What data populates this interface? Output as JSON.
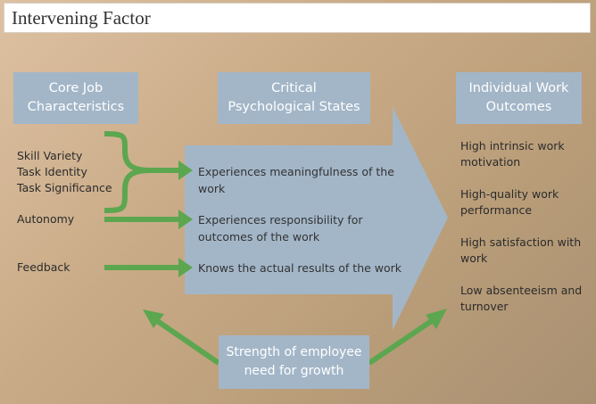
{
  "title": "Intervening Factor",
  "headers": {
    "core": "Core Job\nCharacteristics",
    "critical": "Critical\nPsychological States",
    "outcomes": "Individual Work\nOutcomes"
  },
  "core_characteristics": {
    "group1": "Skill Variety\nTask Identity\nTask Significance",
    "autonomy": "Autonomy",
    "feedback": "Feedback"
  },
  "psychological_states": [
    "Experiences meaningfulness of the\nwork",
    "Experiences responsibility for\noutcomes of the work",
    "Knows the actual results of the work"
  ],
  "outcomes": [
    "High intrinsic work\nmotivation",
    "High-quality work\nperformance",
    "High satisfaction with\nwork",
    "Low absenteeism and\nturnover"
  ],
  "moderator": "Strength of employee\nneed for growth",
  "colors": {
    "box": "#a3b6c8",
    "arrow": "#5ca64f",
    "big_arrow": "#a3b6c8"
  }
}
